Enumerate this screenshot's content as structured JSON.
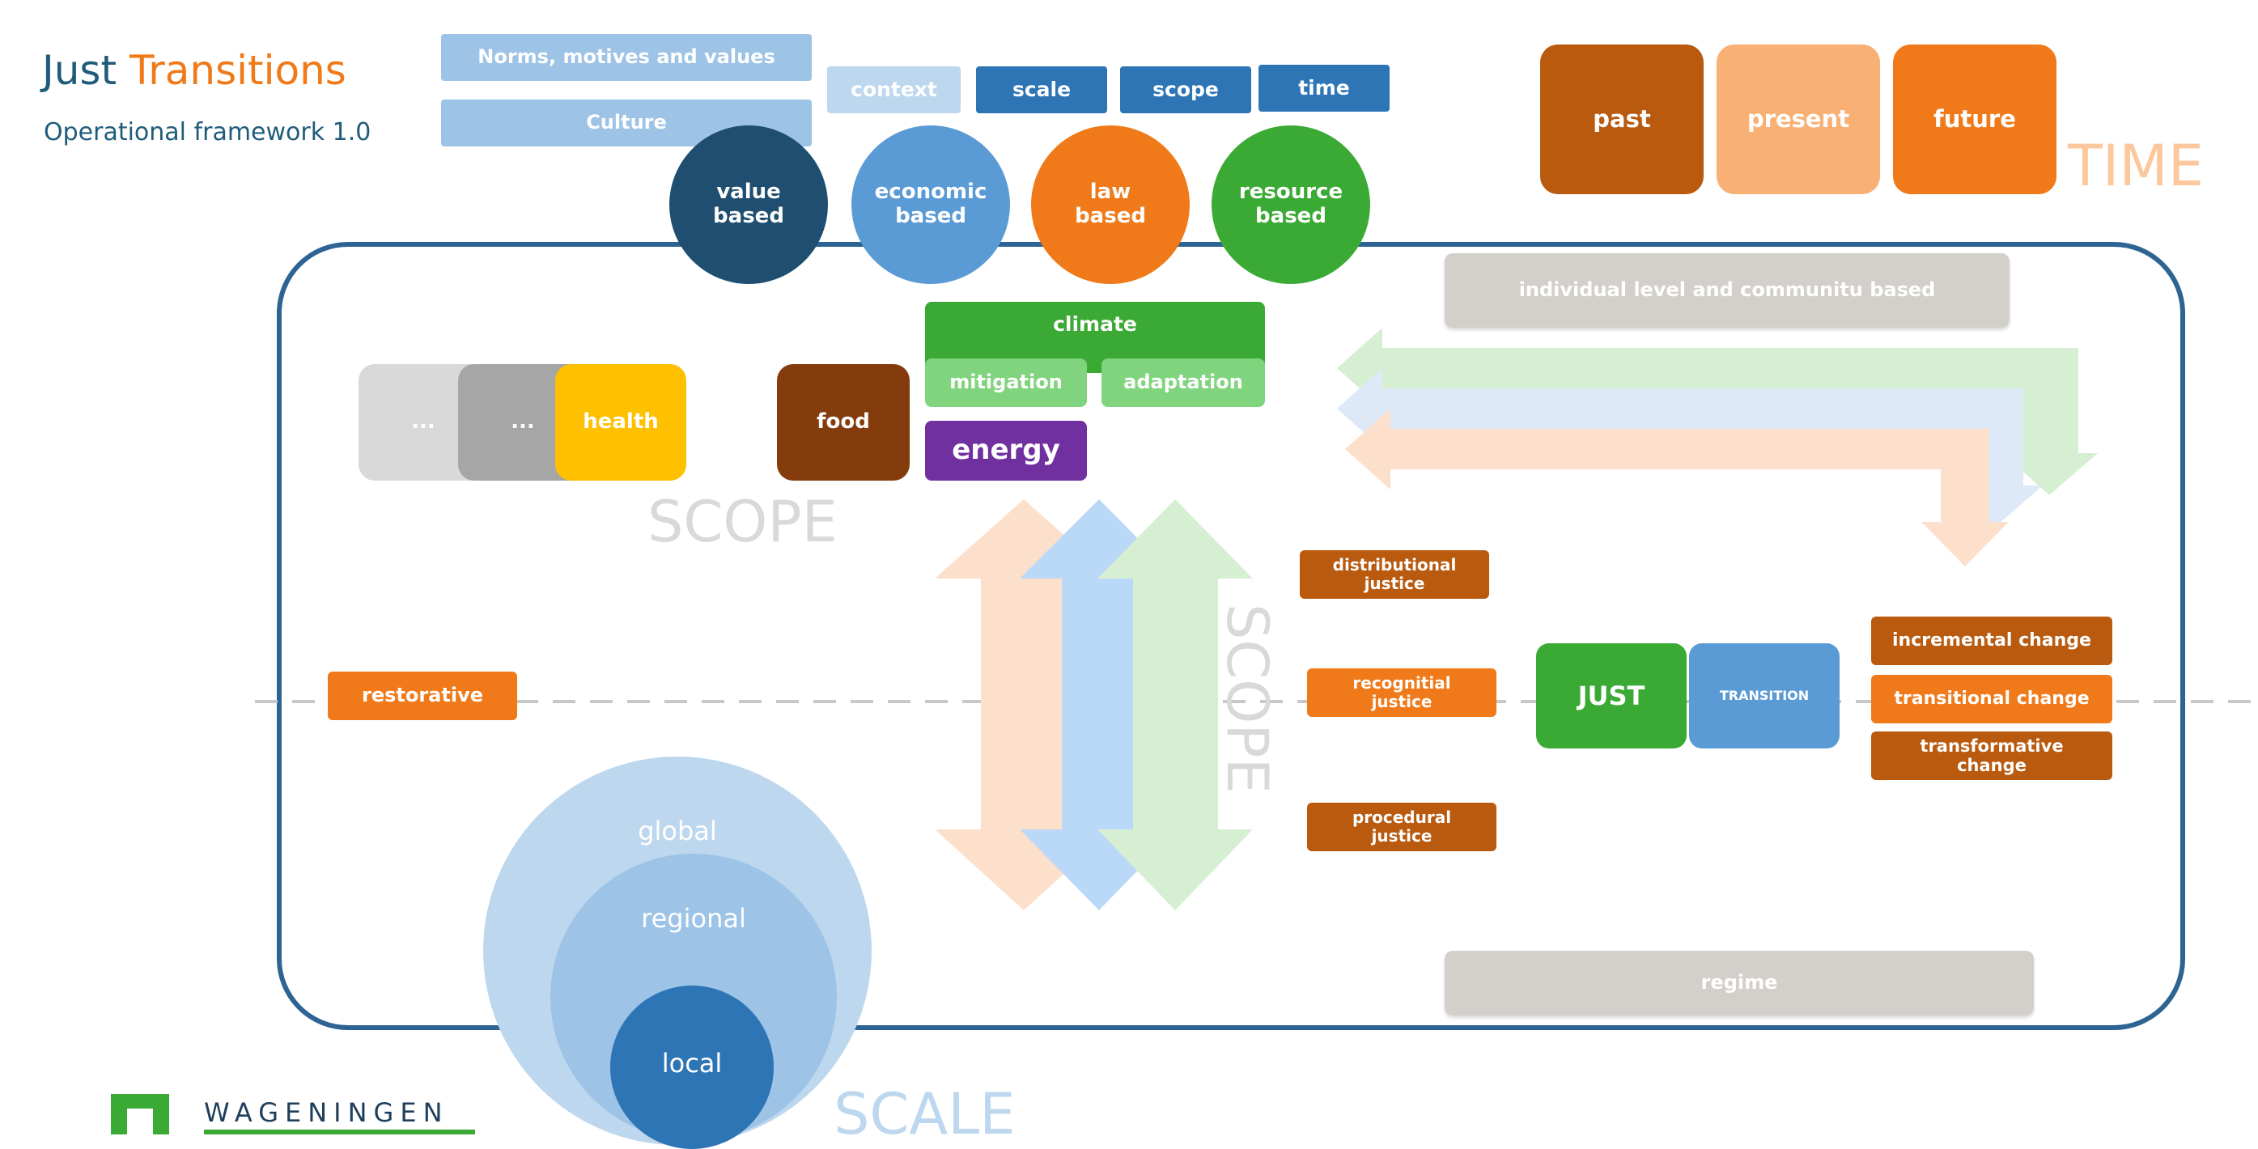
{
  "header": {
    "title_part1": "Just",
    "title_part2": "Transitions",
    "subtitle": "Operational framework 1.0"
  },
  "top_bars": {
    "norms": "Norms, motives and values",
    "culture": "Culture",
    "context": "context",
    "scale": "scale",
    "scope": "scope",
    "time": "time"
  },
  "bases": {
    "value": "value based",
    "economic": "economic based",
    "law": "law based",
    "resource": "resource based"
  },
  "time_panel": {
    "past": "past",
    "present": "present",
    "future": "future",
    "label": "TIME"
  },
  "scope_area": {
    "dots1": "...",
    "dots2": "...",
    "health": "health",
    "food": "food",
    "climate": "climate",
    "mitigation": "mitigation",
    "adaptation": "adaptation",
    "energy": "energy",
    "label": "SCOPE",
    "vertical_label": "SCOPE"
  },
  "levels": {
    "individual": "individual level and communitu based",
    "regime": "regime"
  },
  "justice": {
    "distributional": "distributional justice",
    "recognitial": "recognitial justice",
    "procedural": "procedural justice",
    "restorative": "restorative"
  },
  "transition": {
    "just": "JUST",
    "transition": "TRANSITION"
  },
  "change": {
    "incremental": "incremental change",
    "transitional": "transitional change",
    "transformative": "transformative change"
  },
  "scale_area": {
    "global": "global",
    "regional": "regional",
    "local": "local",
    "label": "SCALE"
  },
  "logo": {
    "name": "WAGENINGEN"
  },
  "colors": {
    "dark_blue": "#1f5c7a",
    "orange": "#f07a19",
    "brown_orange": "#b95a0e",
    "green": "#3aaa35",
    "light_blue": "#9dc3e6",
    "grey": "#d3d0cb",
    "purple": "#7030a0"
  }
}
